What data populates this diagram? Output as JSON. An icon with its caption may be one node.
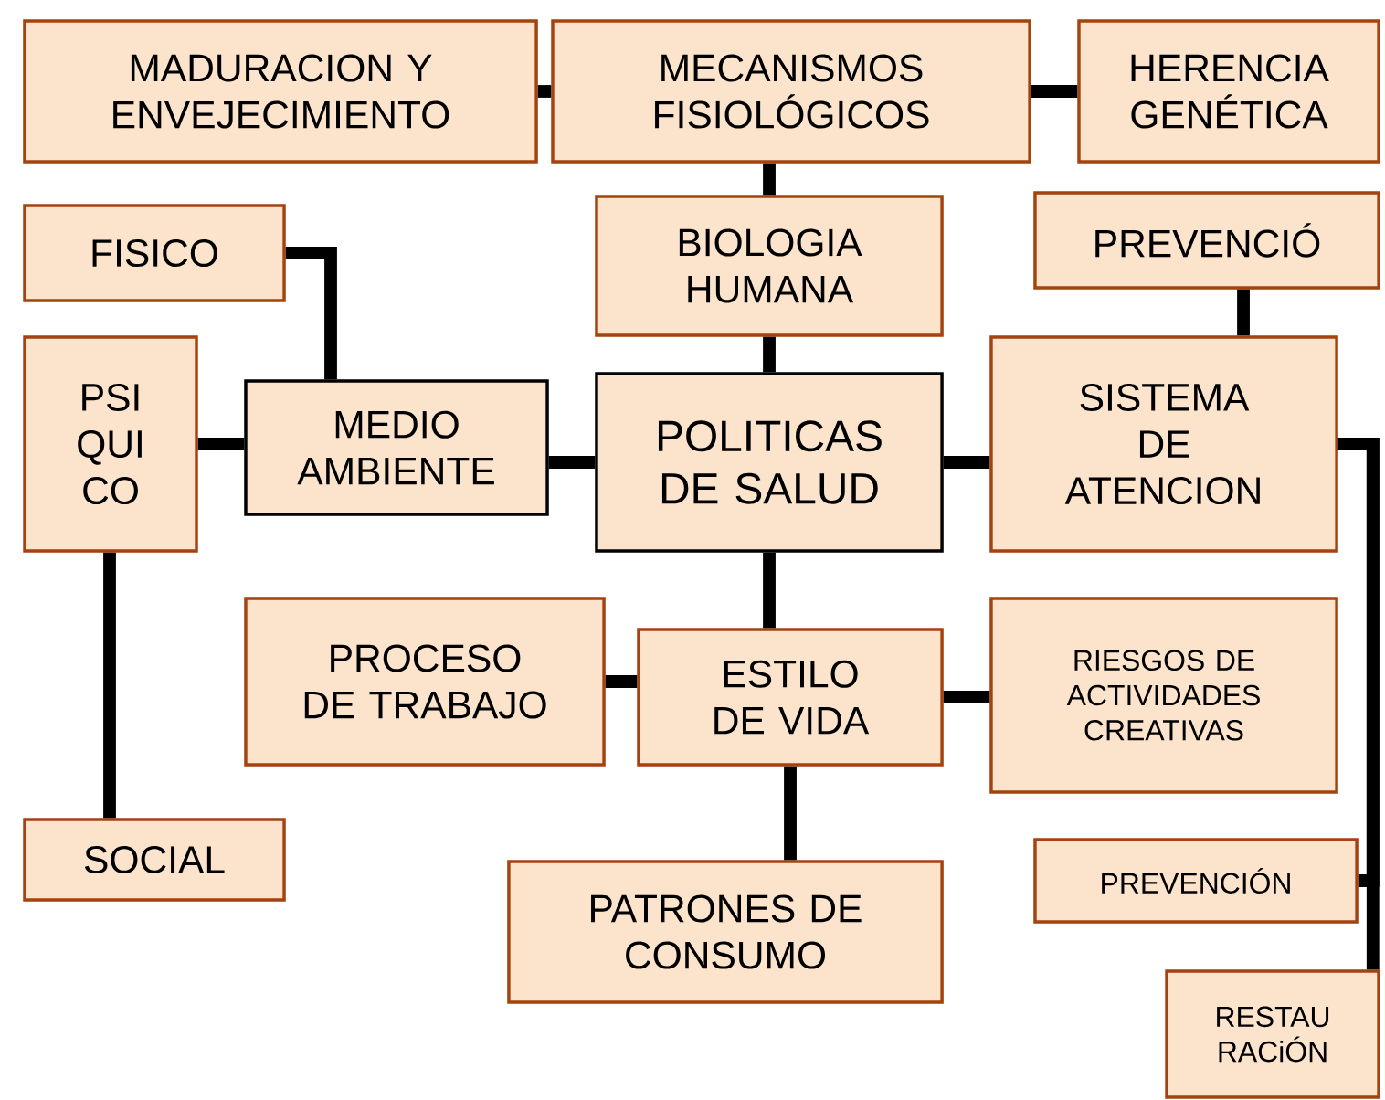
{
  "diagram": {
    "nodes": [
      {
        "text": [
          "MADURACION Y ENVEJECIMIENTO"
        ]
      },
      {
        "text": [
          "MECANISMOS FISIOLÓGICOS"
        ]
      },
      {
        "text": [
          "HERENCIA GENÉTICA"
        ]
      },
      {
        "text": [
          "FISICO"
        ]
      },
      {
        "text": [
          "BIOLOGIA HUMANA"
        ]
      },
      {
        "text": [
          "PREVENCIÓ"
        ]
      },
      {
        "text": [
          "PSI QUI CO"
        ]
      },
      {
        "text": [
          "MEDIO AMBIENTE"
        ]
      },
      {
        "text": [
          "POLITICAS DE SALUD"
        ]
      },
      {
        "text": [
          "SISTEMA DE ATENCION"
        ]
      },
      {
        "text": [
          "PROCESO DE TRABAJO"
        ]
      },
      {
        "text": [
          "ESTILO DE VIDA"
        ]
      },
      {
        "text": [
          "RIESGOS DE ACTIVIDADES CREATIVAS"
        ]
      },
      {
        "text": [
          "SOCIAL"
        ]
      },
      {
        "text": [
          "PATRONES DE CONSUMO"
        ]
      },
      {
        "text": [
          "PREVENCIÓN"
        ]
      },
      {
        "text": [
          "RESTAU RACiÓN"
        ]
      }
    ],
    "edges": [
      {
        "from": 0,
        "to": 1,
        "arrow": "none"
      },
      {
        "from": 1,
        "to": 2,
        "arrow": "none"
      },
      {
        "from": 1,
        "to": 4,
        "arrow": "none"
      },
      {
        "from": 4,
        "to": 8,
        "arrow": "none"
      },
      {
        "from": 3,
        "to": 7,
        "arrow": "none"
      },
      {
        "from": 6,
        "to": 7,
        "arrow": "none"
      },
      {
        "from": 7,
        "to": 8,
        "arrow": "none"
      },
      {
        "from": 8,
        "to": 9,
        "arrow": "none"
      },
      {
        "from": 5,
        "to": 9,
        "arrow": "none"
      },
      {
        "from": 8,
        "to": 11,
        "arrow": "none"
      },
      {
        "from": 10,
        "to": 11,
        "arrow": "none"
      },
      {
        "from": 11,
        "to": 12,
        "arrow": "none"
      },
      {
        "from": 11,
        "to": 14,
        "arrow": "none"
      },
      {
        "from": 6,
        "to": 13,
        "arrow": "none"
      },
      {
        "from": 9,
        "to": 15,
        "arrow": "none"
      },
      {
        "from": 9,
        "to": 16,
        "arrow": "none"
      }
    ]
  }
}
